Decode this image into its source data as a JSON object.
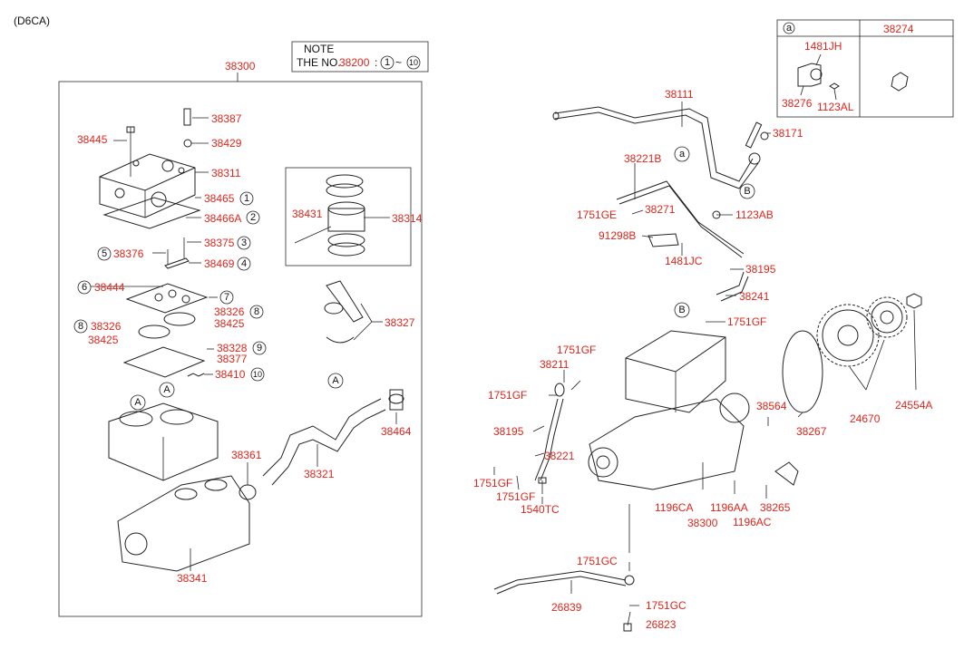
{
  "header": {
    "engine_code": "(D6CA)"
  },
  "note": {
    "title": "NOTE",
    "prefix": "THE NO.",
    "part": "38200",
    "sep": ":",
    "range_from": "1",
    "tilde": "~",
    "range_to": "10"
  },
  "inset_table": {
    "col_a_marker": "a",
    "col_b_part": "38274",
    "labels": {
      "p1481JH": "1481JH",
      "p38276": "38276",
      "p1123AL": "1123AL"
    }
  },
  "callouts": {
    "A": "A",
    "B": "B",
    "a": "a"
  },
  "left_group": {
    "main_part": "38300"
  },
  "labels": {
    "p38387": "38387",
    "p38445": "38445",
    "p38429": "38429",
    "p38311": "38311",
    "p38465": "38465",
    "p38466A": "38466A",
    "p38376": "38376",
    "p38375": "38375",
    "p38469": "38469",
    "p38444": "38444",
    "p38326a": "38326",
    "p38425a": "38425",
    "p38326b": "38326",
    "p38425b": "38425",
    "p38328": "38328",
    "p38377": "38377",
    "p38410": "38410",
    "p38431": "38431",
    "p38314": "38314",
    "p38327": "38327",
    "p38464": "38464",
    "p38361": "38361",
    "p38321": "38321",
    "p38341": "38341",
    "p38111": "38111",
    "p38171": "38171",
    "p38221B": "38221B",
    "p1751GEa": "1751GE",
    "p38271": "38271",
    "p1123AB": "1123AB",
    "p91298B": "91298B",
    "p1481JC": "1481JC",
    "p38195a": "38195",
    "p38241": "38241",
    "p1751GFa": "1751GF",
    "p1751GFb": "1751GF",
    "p38211": "38211",
    "p1751GFc": "1751GF",
    "p38195b": "38195",
    "p38221": "38221",
    "p1751GFd": "1751GF",
    "p1751GFe": "1751GF",
    "p1540TC": "1540TC",
    "p1196CA": "1196CA",
    "p38300b": "38300",
    "p1196AA": "1196AA",
    "p38265": "38265",
    "p1196AC": "1196AC",
    "p38564": "38564",
    "p38267": "38267",
    "p24670": "24670",
    "p24554A": "24554A",
    "p1751GCa": "1751GC",
    "p26839": "26839",
    "p1751GCb": "1751GC",
    "p26823": "26823"
  },
  "circled": {
    "c1": "1",
    "c2": "2",
    "c3": "3",
    "c4": "4",
    "c5": "5",
    "c6": "6",
    "c7": "7",
    "c8a": "8",
    "c8b": "8",
    "c9": "9",
    "c10": "10"
  },
  "colors": {
    "label": "#e0251b",
    "line": "#222222"
  }
}
